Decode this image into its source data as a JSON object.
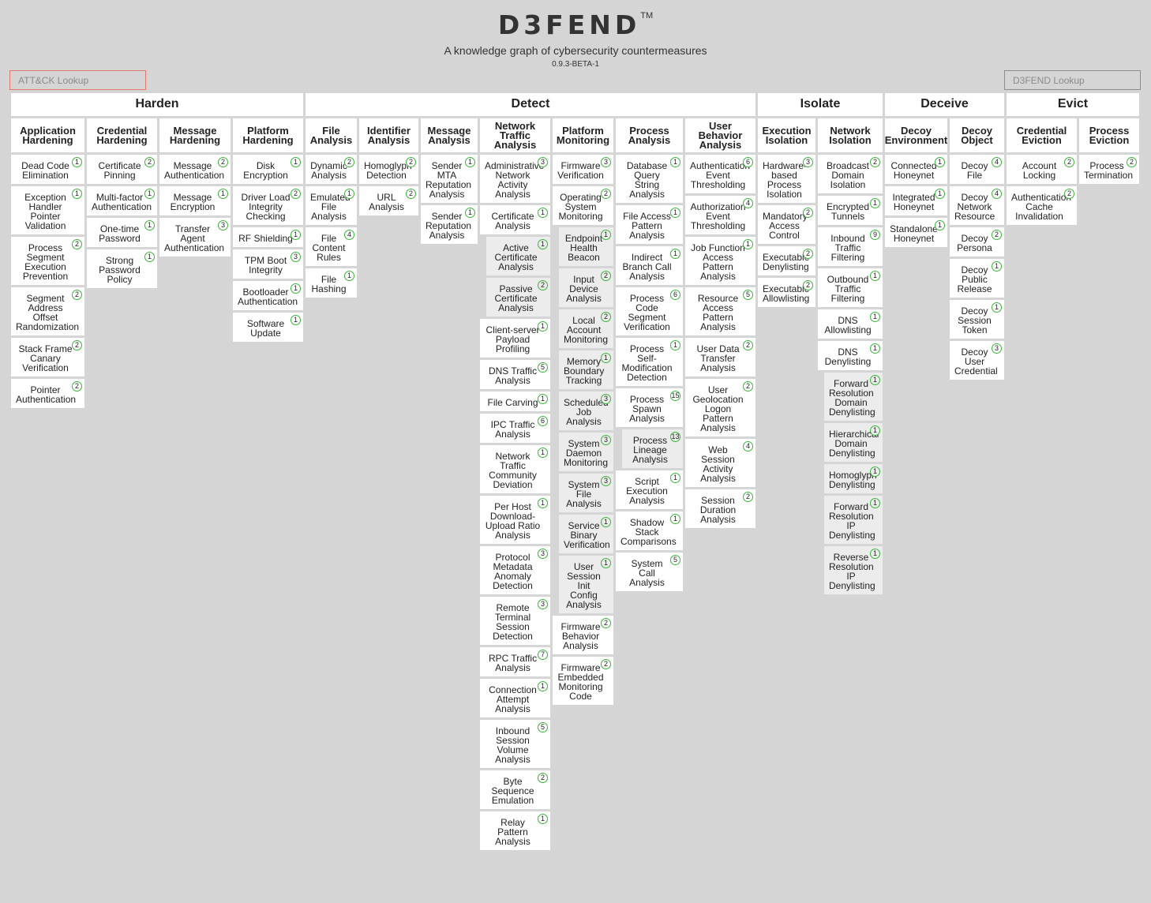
{
  "header": {
    "logo": "D3FEND",
    "trademark": "TM",
    "tagline": "A knowledge graph of cybersecurity countermeasures",
    "version": "0.9.3-BETA-1"
  },
  "search": {
    "attack_placeholder": "ATT&CK Lookup",
    "d3fend_placeholder": "D3FEND Lookup"
  },
  "tactics": [
    "Harden",
    "Detect",
    "Isolate",
    "Deceive",
    "Evict"
  ],
  "columns": [
    {
      "name": "Application\nHardening",
      "techniques": [
        {
          "label": "Dead Code\nElimination",
          "count": "1"
        },
        {
          "label": "Exception\nHandler\nPointer\nValidation",
          "count": "1"
        },
        {
          "label": "Process\nSegment\nExecution\nPrevention",
          "count": "2"
        },
        {
          "label": "Segment\nAddress Offset\nRandomization",
          "count": "2"
        },
        {
          "label": "Stack Frame\nCanary\nVerification",
          "count": "2"
        },
        {
          "label": "Pointer\nAuthentication",
          "count": "2"
        }
      ]
    },
    {
      "name": "Credential\nHardening",
      "techniques": [
        {
          "label": "Certificate\nPinning",
          "count": "2"
        },
        {
          "label": "Multi-factor\nAuthentication",
          "count": "1"
        },
        {
          "label": "One-time\nPassword",
          "count": "1"
        },
        {
          "label": "Strong\nPassword\nPolicy",
          "count": "1"
        }
      ]
    },
    {
      "name": "Message\nHardening",
      "techniques": [
        {
          "label": "Message\nAuthentication",
          "count": "2"
        },
        {
          "label": "Message\nEncryption",
          "count": "1"
        },
        {
          "label": "Transfer\nAgent\nAuthentication",
          "count": "3"
        }
      ]
    },
    {
      "name": "Platform\nHardening",
      "techniques": [
        {
          "label": "Disk\nEncryption",
          "count": "1"
        },
        {
          "label": "Driver Load\nIntegrity\nChecking",
          "count": "2"
        },
        {
          "label": "RF Shielding",
          "count": "1"
        },
        {
          "label": "TPM Boot\nIntegrity",
          "count": "3"
        },
        {
          "label": "Bootloader\nAuthentication",
          "count": "1"
        },
        {
          "label": "Software\nUpdate",
          "count": "1"
        }
      ]
    },
    {
      "name": "File\nAnalysis",
      "techniques": [
        {
          "label": "Dynamic\nAnalysis",
          "count": "2"
        },
        {
          "label": "Emulated\nFile\nAnalysis",
          "count": "1"
        },
        {
          "label": "File\nContent\nRules",
          "count": "4"
        },
        {
          "label": "File\nHashing",
          "count": "1"
        }
      ]
    },
    {
      "name": "Identifier\nAnalysis",
      "techniques": [
        {
          "label": "Homoglyph\nDetection",
          "count": "2"
        },
        {
          "label": "URL\nAnalysis",
          "count": "2"
        }
      ]
    },
    {
      "name": "Message\nAnalysis",
      "techniques": [
        {
          "label": "Sender\nMTA\nReputation\nAnalysis",
          "count": "1"
        },
        {
          "label": "Sender\nReputation\nAnalysis",
          "count": "1"
        }
      ]
    },
    {
      "name": "Network\nTraffic\nAnalysis",
      "techniques": [
        {
          "label": "Administrative\nNetwork\nActivity\nAnalysis",
          "count": "3"
        },
        {
          "label": "Certificate\nAnalysis",
          "count": "1"
        },
        {
          "label": "Active\nCertificate\nAnalysis",
          "count": "1",
          "sub": true
        },
        {
          "label": "Passive\nCertificate\nAnalysis",
          "count": "2",
          "sub": true
        },
        {
          "label": "Client-server\nPayload\nProfiling",
          "count": "1"
        },
        {
          "label": "DNS Traffic\nAnalysis",
          "count": "5"
        },
        {
          "label": "File Carving",
          "count": "1"
        },
        {
          "label": "IPC Traffic\nAnalysis",
          "count": "6"
        },
        {
          "label": "Network\nTraffic\nCommunity\nDeviation",
          "count": "1"
        },
        {
          "label": "Per Host\nDownload-\nUpload Ratio\nAnalysis",
          "count": "1"
        },
        {
          "label": "Protocol\nMetadata\nAnomaly\nDetection",
          "count": "3"
        },
        {
          "label": "Remote\nTerminal\nSession\nDetection",
          "count": "3"
        },
        {
          "label": "RPC Traffic\nAnalysis",
          "count": "7"
        },
        {
          "label": "Connection\nAttempt\nAnalysis",
          "count": "1"
        },
        {
          "label": "Inbound\nSession\nVolume\nAnalysis",
          "count": "5"
        },
        {
          "label": "Byte\nSequence\nEmulation",
          "count": "2"
        },
        {
          "label": "Relay\nPattern\nAnalysis",
          "count": "1"
        }
      ]
    },
    {
      "name": "Platform\nMonitoring",
      "techniques": [
        {
          "label": "Firmware\nVerification",
          "count": "3"
        },
        {
          "label": "Operating\nSystem\nMonitoring",
          "count": "2"
        },
        {
          "label": "Endpoint\nHealth\nBeacon",
          "count": "1",
          "sub": true
        },
        {
          "label": "Input\nDevice\nAnalysis",
          "count": "2",
          "sub": true
        },
        {
          "label": "Local\nAccount\nMonitoring",
          "count": "2",
          "sub": true
        },
        {
          "label": "Memory\nBoundary\nTracking",
          "count": "1",
          "sub": true
        },
        {
          "label": "Scheduled\nJob\nAnalysis",
          "count": "3",
          "sub": true
        },
        {
          "label": "System\nDaemon\nMonitoring",
          "count": "3",
          "sub": true
        },
        {
          "label": "System\nFile\nAnalysis",
          "count": "3",
          "sub": true
        },
        {
          "label": "Service\nBinary\nVerification",
          "count": "1",
          "sub": true
        },
        {
          "label": "User\nSession\nInit Config\nAnalysis",
          "count": "1",
          "sub": true
        },
        {
          "label": "Firmware\nBehavior\nAnalysis",
          "count": "2"
        },
        {
          "label": "Firmware\nEmbedded\nMonitoring\nCode",
          "count": "2"
        }
      ]
    },
    {
      "name": "Process\nAnalysis",
      "techniques": [
        {
          "label": "Database\nQuery String\nAnalysis",
          "count": "1"
        },
        {
          "label": "File Access\nPattern\nAnalysis",
          "count": "1"
        },
        {
          "label": "Indirect\nBranch Call\nAnalysis",
          "count": "1"
        },
        {
          "label": "Process\nCode\nSegment\nVerification",
          "count": "6"
        },
        {
          "label": "Process\nSelf-\nModification\nDetection",
          "count": "1"
        },
        {
          "label": "Process\nSpawn\nAnalysis",
          "count": "15"
        },
        {
          "label": "Process\nLineage\nAnalysis",
          "count": "13",
          "sub": true
        },
        {
          "label": "Script\nExecution\nAnalysis",
          "count": "1"
        },
        {
          "label": "Shadow\nStack\nComparisons",
          "count": "1"
        },
        {
          "label": "System\nCall Analysis",
          "count": "5"
        }
      ]
    },
    {
      "name": "User Behavior\nAnalysis",
      "techniques": [
        {
          "label": "Authentication\nEvent\nThresholding",
          "count": "6"
        },
        {
          "label": "Authorization\nEvent\nThresholding",
          "count": "4"
        },
        {
          "label": "Job Function\nAccess\nPattern\nAnalysis",
          "count": "1"
        },
        {
          "label": "Resource\nAccess\nPattern\nAnalysis",
          "count": "5"
        },
        {
          "label": "User Data\nTransfer\nAnalysis",
          "count": "2"
        },
        {
          "label": "User\nGeolocation\nLogon Pattern\nAnalysis",
          "count": "2"
        },
        {
          "label": "Web\nSession\nActivity\nAnalysis",
          "count": "4"
        },
        {
          "label": "Session\nDuration\nAnalysis",
          "count": "2"
        }
      ]
    },
    {
      "name": "Execution\nIsolation",
      "techniques": [
        {
          "label": "Hardware-\nbased\nProcess\nIsolation",
          "count": "3"
        },
        {
          "label": "Mandatory\nAccess\nControl",
          "count": "2"
        },
        {
          "label": "Executable\nDenylisting",
          "count": "2"
        },
        {
          "label": "Executable\nAllowlisting",
          "count": "2"
        }
      ]
    },
    {
      "name": "Network\nIsolation",
      "techniques": [
        {
          "label": "Broadcast\nDomain\nIsolation",
          "count": "2"
        },
        {
          "label": "Encrypted\nTunnels",
          "count": "1"
        },
        {
          "label": "Inbound\nTraffic\nFiltering",
          "count": "9"
        },
        {
          "label": "Outbound\nTraffic\nFiltering",
          "count": "1"
        },
        {
          "label": "DNS\nAllowlisting",
          "count": "1"
        },
        {
          "label": "DNS\nDenylisting",
          "count": "1"
        },
        {
          "label": "Forward\nResolution\nDomain\nDenylisting",
          "count": "1",
          "sub": true
        },
        {
          "label": "Hierarchical\nDomain\nDenylisting",
          "count": "1",
          "sub": true
        },
        {
          "label": "Homoglyph\nDenylisting",
          "count": "1",
          "sub": true
        },
        {
          "label": "Forward\nResolution\nIP\nDenylisting",
          "count": "1",
          "sub": true
        },
        {
          "label": "Reverse\nResolution\nIP\nDenylisting",
          "count": "1",
          "sub": true
        }
      ]
    },
    {
      "name": "Decoy\nEnvironment",
      "techniques": [
        {
          "label": "Connected\nHoneynet",
          "count": "1"
        },
        {
          "label": "Integrated\nHoneynet",
          "count": "1"
        },
        {
          "label": "Standalone\nHoneynet",
          "count": "1"
        }
      ]
    },
    {
      "name": "Decoy\nObject",
      "techniques": [
        {
          "label": "Decoy\nFile",
          "count": "4"
        },
        {
          "label": "Decoy\nNetwork\nResource",
          "count": "4"
        },
        {
          "label": "Decoy\nPersona",
          "count": "2"
        },
        {
          "label": "Decoy\nPublic\nRelease",
          "count": "1"
        },
        {
          "label": "Decoy\nSession\nToken",
          "count": "1"
        },
        {
          "label": "Decoy\nUser\nCredential",
          "count": "3"
        }
      ]
    },
    {
      "name": "Credential\nEviction",
      "techniques": [
        {
          "label": "Account\nLocking",
          "count": "2"
        },
        {
          "label": "Authentication\nCache\nInvalidation",
          "count": "2"
        }
      ]
    },
    {
      "name": "Process\nEviction",
      "techniques": [
        {
          "label": "Process\nTermination",
          "count": "2"
        }
      ]
    }
  ]
}
